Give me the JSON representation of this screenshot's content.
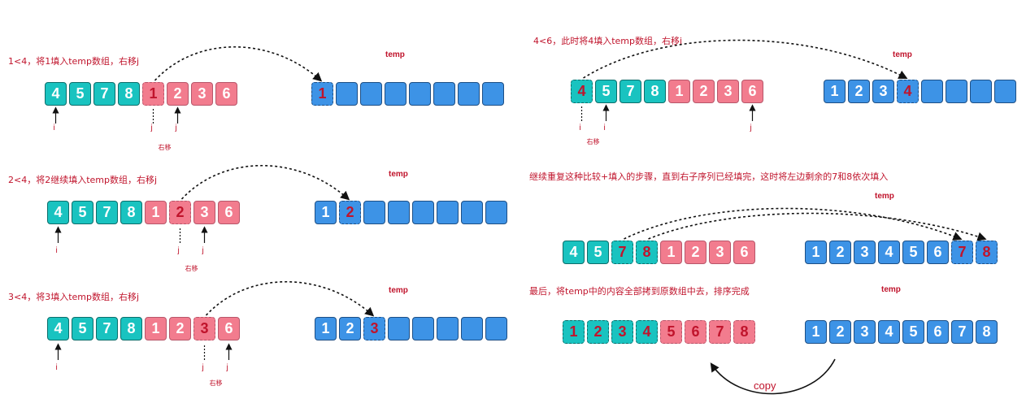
{
  "colors": {
    "teal": "#19c3c0",
    "pink": "#f27c8e",
    "blue": "#3d93e6",
    "red_text": "#c0142c"
  },
  "panels": [
    {
      "caption": "1<4，将1填入temp数组，右移j",
      "temp_label": "temp",
      "array": [
        {
          "v": "4",
          "c": "teal"
        },
        {
          "v": "5",
          "c": "teal"
        },
        {
          "v": "7",
          "c": "teal"
        },
        {
          "v": "8",
          "c": "teal"
        },
        {
          "v": "1",
          "c": "pink",
          "hl": true
        },
        {
          "v": "2",
          "c": "pink"
        },
        {
          "v": "3",
          "c": "pink"
        },
        {
          "v": "6",
          "c": "pink"
        }
      ],
      "temp": [
        {
          "v": "1",
          "hl": true
        },
        {
          "v": ""
        },
        {
          "v": ""
        },
        {
          "v": ""
        },
        {
          "v": ""
        },
        {
          "v": ""
        },
        {
          "v": ""
        },
        {
          "v": ""
        }
      ],
      "pointers": [
        {
          "label": "i",
          "idx": 0,
          "dotted": false
        },
        {
          "label": "j",
          "idx": 4,
          "dotted": true
        },
        {
          "label": "j",
          "idx": 5,
          "dotted": false
        }
      ],
      "shift_label": "右移"
    },
    {
      "caption": "2<4，将2继续填入temp数组，右移j",
      "temp_label": "temp",
      "array": [
        {
          "v": "4",
          "c": "teal"
        },
        {
          "v": "5",
          "c": "teal"
        },
        {
          "v": "7",
          "c": "teal"
        },
        {
          "v": "8",
          "c": "teal"
        },
        {
          "v": "1",
          "c": "pink"
        },
        {
          "v": "2",
          "c": "pink",
          "hl": true
        },
        {
          "v": "3",
          "c": "pink"
        },
        {
          "v": "6",
          "c": "pink"
        }
      ],
      "temp": [
        {
          "v": "1"
        },
        {
          "v": "2",
          "hl": true
        },
        {
          "v": ""
        },
        {
          "v": ""
        },
        {
          "v": ""
        },
        {
          "v": ""
        },
        {
          "v": ""
        },
        {
          "v": ""
        }
      ],
      "pointers": [
        {
          "label": "i",
          "idx": 0,
          "dotted": false
        },
        {
          "label": "j",
          "idx": 5,
          "dotted": true
        },
        {
          "label": "j",
          "idx": 6,
          "dotted": false
        }
      ],
      "shift_label": "右移"
    },
    {
      "caption": "3<4，将3填入temp数组，右移j",
      "temp_label": "temp",
      "array": [
        {
          "v": "4",
          "c": "teal"
        },
        {
          "v": "5",
          "c": "teal"
        },
        {
          "v": "7",
          "c": "teal"
        },
        {
          "v": "8",
          "c": "teal"
        },
        {
          "v": "1",
          "c": "pink"
        },
        {
          "v": "2",
          "c": "pink"
        },
        {
          "v": "3",
          "c": "pink",
          "hl": true
        },
        {
          "v": "6",
          "c": "pink"
        }
      ],
      "temp": [
        {
          "v": "1"
        },
        {
          "v": "2"
        },
        {
          "v": "3",
          "hl": true
        },
        {
          "v": ""
        },
        {
          "v": ""
        },
        {
          "v": ""
        },
        {
          "v": ""
        },
        {
          "v": ""
        }
      ],
      "pointers": [
        {
          "label": "i",
          "idx": 0,
          "dotted": false
        },
        {
          "label": "j",
          "idx": 6,
          "dotted": true
        },
        {
          "label": "j",
          "idx": 7,
          "dotted": false
        }
      ],
      "shift_label": "右移"
    },
    {
      "caption": "4<6，此时将4填入temp数组，右移i",
      "temp_label": "temp",
      "array": [
        {
          "v": "4",
          "c": "teal",
          "hl": true
        },
        {
          "v": "5",
          "c": "teal"
        },
        {
          "v": "7",
          "c": "teal"
        },
        {
          "v": "8",
          "c": "teal"
        },
        {
          "v": "1",
          "c": "pink"
        },
        {
          "v": "2",
          "c": "pink"
        },
        {
          "v": "3",
          "c": "pink"
        },
        {
          "v": "6",
          "c": "pink"
        }
      ],
      "temp": [
        {
          "v": "1"
        },
        {
          "v": "2"
        },
        {
          "v": "3"
        },
        {
          "v": "4",
          "hl": true
        },
        {
          "v": ""
        },
        {
          "v": ""
        },
        {
          "v": ""
        },
        {
          "v": ""
        }
      ],
      "pointers": [
        {
          "label": "i",
          "idx": 0,
          "dotted": true
        },
        {
          "label": "i",
          "idx": 1,
          "dotted": false
        },
        {
          "label": "j",
          "idx": 7,
          "dotted": false
        }
      ],
      "shift_label": "右移"
    },
    {
      "caption": "继续重复这种比较+填入的步骤，直到右子序列已经填完，这时将左边剩余的7和8依次填入",
      "temp_label": "temp",
      "array": [
        {
          "v": "4",
          "c": "teal"
        },
        {
          "v": "5",
          "c": "teal"
        },
        {
          "v": "7",
          "c": "teal",
          "hl": true
        },
        {
          "v": "8",
          "c": "teal",
          "hl": true
        },
        {
          "v": "1",
          "c": "pink"
        },
        {
          "v": "2",
          "c": "pink"
        },
        {
          "v": "3",
          "c": "pink"
        },
        {
          "v": "6",
          "c": "pink"
        }
      ],
      "temp": [
        {
          "v": "1"
        },
        {
          "v": "2"
        },
        {
          "v": "3"
        },
        {
          "v": "4"
        },
        {
          "v": "5"
        },
        {
          "v": "6"
        },
        {
          "v": "7",
          "hl": true
        },
        {
          "v": "8",
          "hl": true
        }
      ],
      "pointers": [],
      "shift_label": ""
    },
    {
      "caption": "最后，将temp中的内容全部拷到原数组中去，排序完成",
      "temp_label": "temp",
      "array": [
        {
          "v": "1",
          "c": "teal",
          "hl": true
        },
        {
          "v": "2",
          "c": "teal",
          "hl": true
        },
        {
          "v": "3",
          "c": "teal",
          "hl": true
        },
        {
          "v": "4",
          "c": "teal",
          "hl": true
        },
        {
          "v": "5",
          "c": "pink",
          "hl": true
        },
        {
          "v": "6",
          "c": "pink",
          "hl": true
        },
        {
          "v": "7",
          "c": "pink",
          "hl": true
        },
        {
          "v": "8",
          "c": "pink",
          "hl": true
        }
      ],
      "temp": [
        {
          "v": "1"
        },
        {
          "v": "2"
        },
        {
          "v": "3"
        },
        {
          "v": "4"
        },
        {
          "v": "5"
        },
        {
          "v": "6"
        },
        {
          "v": "7"
        },
        {
          "v": "8"
        }
      ],
      "pointers": [],
      "shift_label": ""
    }
  ],
  "copy_label": "copy"
}
